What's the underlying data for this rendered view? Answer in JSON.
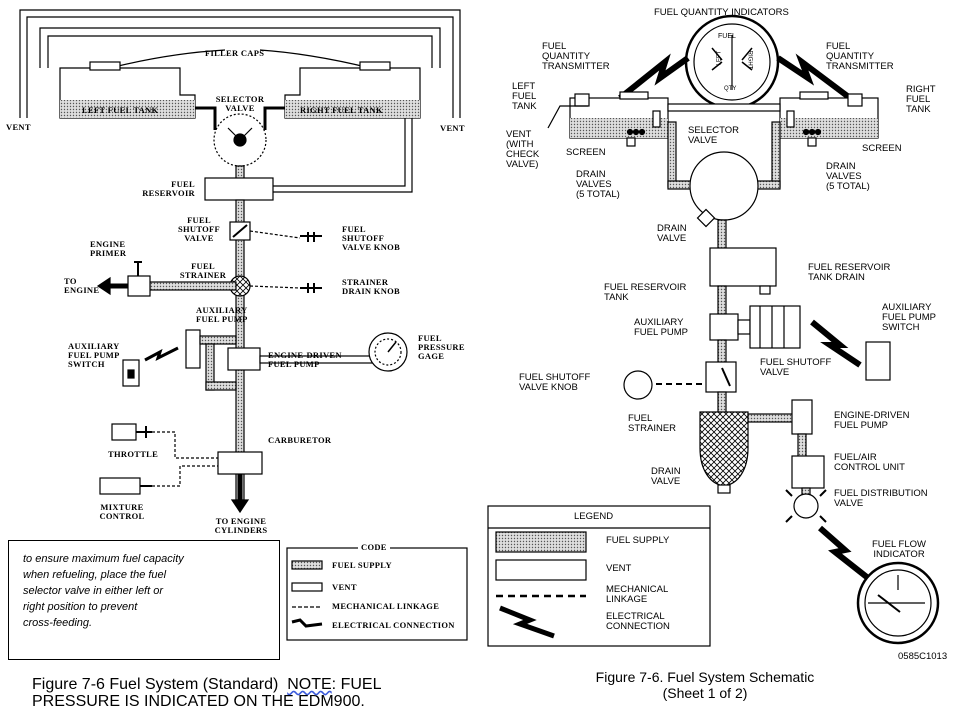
{
  "left_diagram": {
    "labels": {
      "filler_caps": "FILLER CAPS",
      "left_fuel_tank": "LEFT FUEL TANK",
      "right_fuel_tank": "RIGHT FUEL TANK",
      "selector_valve": "SELECTOR\nVALVE",
      "vent_left": "VENT",
      "vent_right": "VENT",
      "fuel_reservoir": "FUEL\nRESERVOIR",
      "fuel_shutoff_valve": "FUEL\nSHUTOFF\nVALVE",
      "fuel_shutoff_valve_knob": "FUEL\nSHUTOFF\nVALVE KNOB",
      "engine_primer": "ENGINE\nPRIMER",
      "to_engine": "TO\nENGINE",
      "fuel_strainer": "FUEL\nSTRAINER",
      "strainer_drain_knob": "STRAINER\nDRAIN KNOB",
      "auxiliary_fuel_pump": "AUXILIARY\nFUEL PUMP",
      "auxiliary_fuel_pump_switch": "AUXILIARY\nFUEL PUMP\nSWITCH",
      "engine_driven_fuel_pump": "ENGINE-DRIVEN\nFUEL PUMP",
      "fuel_pressure_gage": "FUEL\nPRESSURE\nGAGE",
      "carburetor": "CARBURETOR",
      "throttle": "THROTTLE",
      "mixture_control": "MIXTURE\nCONTROL",
      "to_engine_cylinders": "TO ENGINE\nCYLINDERS"
    },
    "code_legend": {
      "title": "CODE",
      "fuel_supply": "FUEL SUPPLY",
      "vent": "VENT",
      "mechanical_linkage": "MECHANICAL LINKAGE",
      "electrical_connection": "ELECTRICAL CONNECTION"
    },
    "note": "to ensure maximum fuel capacity\nwhen refueling, place the fuel\nselector valve in either left or\nright position to prevent\ncross-feeding.",
    "caption_part1": "Figure 7-6 Fuel System (Standard)  ",
    "caption_note": "NOTE",
    "caption_part2": ": FUEL\nPRESSURE IS INDICATED ON THE EDM900."
  },
  "right_diagram": {
    "labels": {
      "fuel_quantity_indicators": "FUEL QUANTITY INDICATORS",
      "gauge_fuel": "FUEL",
      "gauge_left": "LEFT",
      "gauge_right": "RIGHT",
      "gauge_qty": "QTY",
      "fqt_left": "FUEL\nQUANTITY\nTRANSMITTER",
      "fqt_right": "FUEL\nQUANTITY\nTRANSMITTER",
      "left_fuel_tank": "LEFT\nFUEL\nTANK",
      "right_fuel_tank": "RIGHT\nFUEL\nTANK",
      "vent_check_valve": "VENT\n(WITH\nCHECK\nVALVE)",
      "screen_left": "SCREEN",
      "screen_right": "SCREEN",
      "selector_valve": "SELECTOR\nVALVE",
      "drain_valves_left": "DRAIN\nVALVES\n(5 TOTAL)",
      "drain_valves_right": "DRAIN\nVALVES\n(5 TOTAL)",
      "drain_valve_1": "DRAIN\nVALVE",
      "fuel_reservoir_tank": "FUEL RESERVOIR\nTANK",
      "fuel_reservoir_tank_drain": "FUEL RESERVOIR\nTANK DRAIN",
      "auxiliary_fuel_pump": "AUXILIARY\nFUEL PUMP",
      "auxiliary_fuel_pump_switch": "AUXILIARY\nFUEL PUMP\nSWITCH",
      "fuel_shutoff_valve_knob": "FUEL SHUTOFF\nVALVE KNOB",
      "fuel_shutoff_valve": "FUEL SHUTOFF\nVALVE",
      "fuel_strainer": "FUEL\nSTRAINER",
      "engine_driven_fuel_pump": "ENGINE-DRIVEN\nFUEL PUMP",
      "fuel_air_control_unit": "FUEL/AIR\nCONTROL UNIT",
      "drain_valve_2": "DRAIN\nVALVE",
      "fuel_distribution_valve": "FUEL DISTRIBUTION\nVALVE",
      "fuel_flow_indicator": "FUEL FLOW\nINDICATOR",
      "part_number": "0585C1013"
    },
    "legend": {
      "title": "LEGEND",
      "fuel_supply": "FUEL SUPPLY",
      "vent": "VENT",
      "mechanical_linkage": "MECHANICAL\nLINKAGE",
      "electrical_connection": "ELECTRICAL\nCONNECTION"
    },
    "caption": "Figure 7-6. Fuel System Schematic\n(Sheet 1 of 2)"
  },
  "colors": {
    "fuel_fill": "#c9c9c9",
    "line": "#000000",
    "background": "#ffffff"
  }
}
